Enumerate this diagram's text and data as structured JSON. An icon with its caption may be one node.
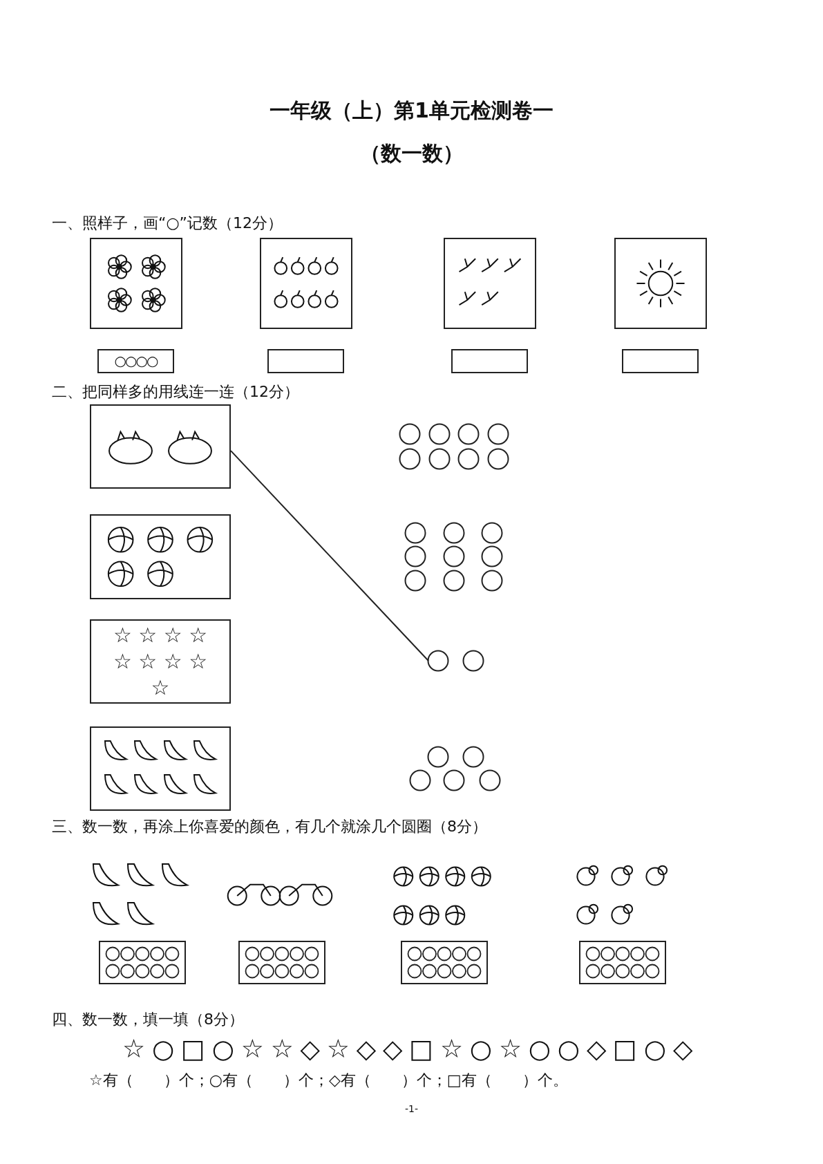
{
  "diagram": {
    "title": "一年级（上）第1单元检测卷一",
    "nodes": [
      {
        "text": [],
        "shape": "picture"
      },
      {
        "text": [],
        "shape": "circle"
      },
      {
        "text": [],
        "shape": "picture"
      },
      {
        "text": [],
        "shape": "circle"
      },
      {
        "text": [
          "☆ ☆ ☆ ☆ ☆ ☆ ☆ ☆ ☆"
        ]
      },
      {
        "text": [],
        "shape": "circle"
      },
      {
        "text": [],
        "shape": "picture"
      },
      {
        "text": [],
        "shape": "circle"
      }
    ],
    "edges": [
      {
        "from": 0,
        "to": 5,
        "arrow": "none"
      }
    ],
    "labels": [
      "（数一数）",
      "一、照样子，画“○”记数（12分）",
      "○○○○",
      "二、把同样多的用线连一连（12分）",
      "三、数一数，再涂上你喜爱的颜色，有几个就涂几个圆圈（8分）",
      "四、数一数，填一填（8分）",
      "☆ ○ □ ○ ☆ ☆ ◇ ☆ ◇ ◇ □ ☆ ○ ☆ ○ ○ ◇ □ ○ ◇",
      "☆有（　　）个；○有（　　）个；◇有（　　）个；□有（　　）个。",
      "-1-"
    ]
  }
}
